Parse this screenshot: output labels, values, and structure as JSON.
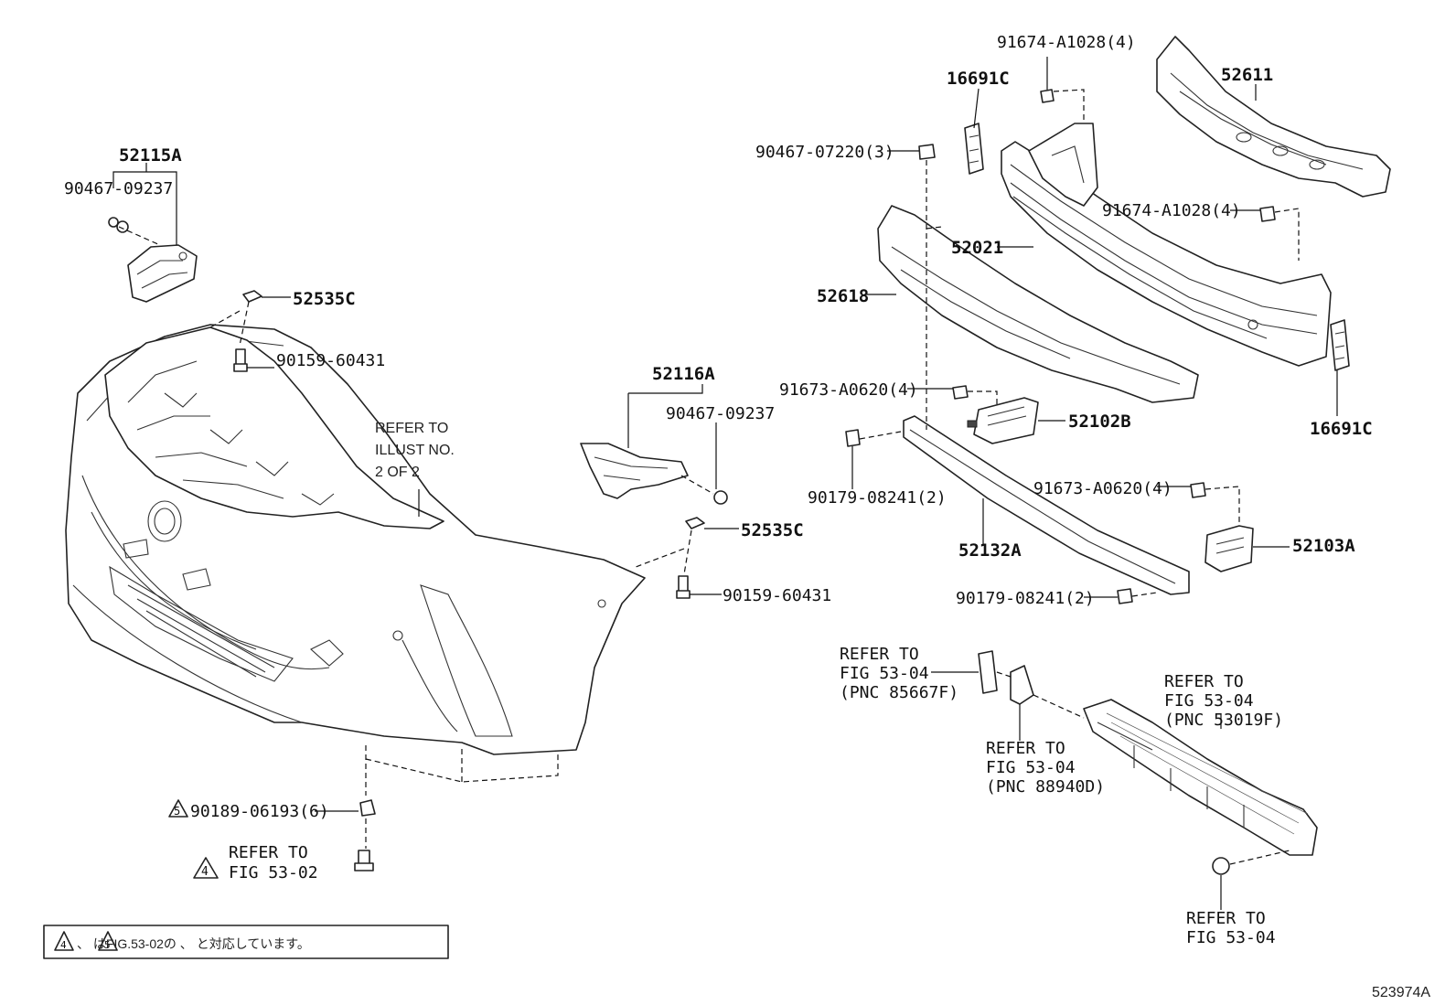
{
  "diagram_id": "523974A",
  "colors": {
    "line": "#222222",
    "text": "#111111",
    "background": "#ffffff"
  },
  "labels": {
    "p52115A": "52115A",
    "p90467_09237_a": "90467-09237",
    "p52535C_a": "52535C",
    "p90159_60431_a": "90159-60431",
    "refer_illust": [
      "REFER TO",
      "ILLUST NO.",
      "2 OF 2"
    ],
    "p52116A": "52116A",
    "p90467_09237_b": "90467-09237",
    "p52535C_b": "52535C",
    "p90159_60431_b": "90159-60431",
    "p90189": "90189-06193(6)",
    "note5": "5",
    "note4": "4",
    "refer_fig5302": [
      "REFER TO",
      "FIG 53-02"
    ],
    "footnote": "、 はFIG.53-02の 、 と対応しています。",
    "p91674_top": "91674-A1028(4)",
    "p16691C_top": "16691C",
    "p52611": "52611",
    "p90467_07220": "90467-07220(3)",
    "p91674_mid": "91674-A1028(4)",
    "p52021": "52021",
    "p52618": "52618",
    "p91673_top": "91673-A0620(4)",
    "p52102B": "52102B",
    "p16691C_right": "16691C",
    "p90179_top": "90179-08241(2)",
    "p91673_mid": "91673-A0620(4)",
    "p52132A": "52132A",
    "p52103A": "52103A",
    "p90179_bot": "90179-08241(2)",
    "refer_85667F": [
      "REFER TO",
      "FIG 53-04",
      "(PNC 85667F)"
    ],
    "refer_53019F": [
      "REFER TO",
      "FIG 53-04",
      "(PNC 53019F)"
    ],
    "refer_88940D": [
      "REFER TO",
      "FIG 53-04",
      "(PNC 88940D)"
    ],
    "refer_fig5304": [
      "REFER TO",
      "FIG 53-04"
    ]
  }
}
